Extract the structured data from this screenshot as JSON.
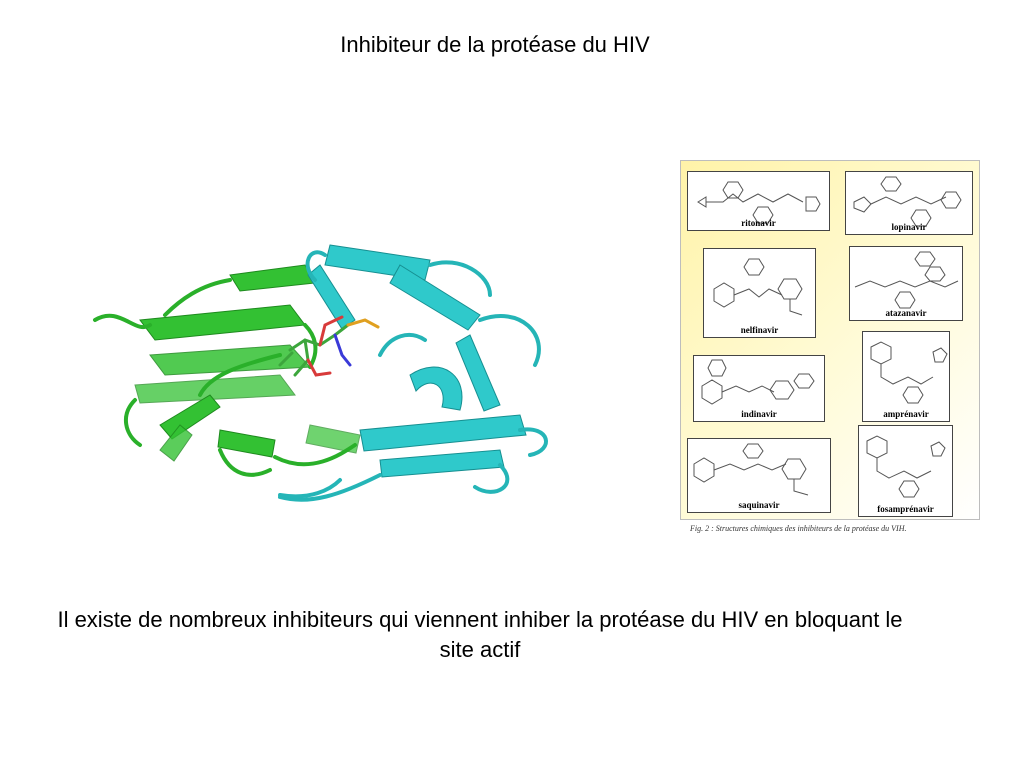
{
  "slide": {
    "title": "Inhibiteur de la protéase du HIV",
    "body": "Il existe de nombreux inhibiteurs qui viennent inhiber la protéase du HIV en bloquant le site actif"
  },
  "figure": {
    "caption": "Fig. 2 : Structures chimiques des inhibiteurs de la protéase du VIH.",
    "molecules": [
      {
        "name": "ritonavir"
      },
      {
        "name": "lopinavir"
      },
      {
        "name": "nelfinavir"
      },
      {
        "name": "atazanavir"
      },
      {
        "name": "indinavir"
      },
      {
        "name": "amprénavir"
      },
      {
        "name": "saquinavir"
      },
      {
        "name": "fosamprénavir"
      }
    ]
  },
  "colors": {
    "chain_a": "#2ec02e",
    "chain_b": "#2ec8c8",
    "panel_bg": "#fff6b8"
  }
}
